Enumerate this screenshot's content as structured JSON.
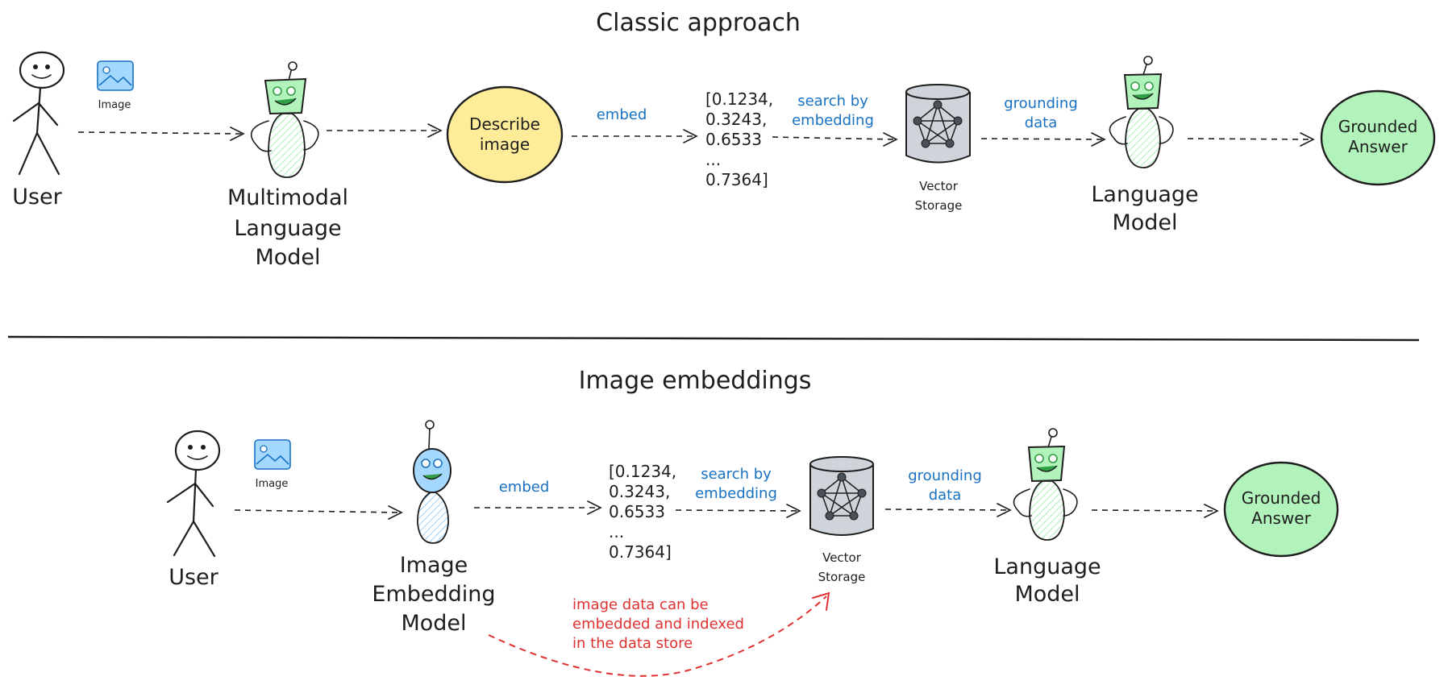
{
  "top": {
    "title": "Classic approach",
    "user_label": "User",
    "image_label": "Image",
    "mm_model_label": [
      "Multimodal",
      "Language",
      "Model"
    ],
    "describe_label": [
      "Describe",
      "image"
    ],
    "embed_label": "embed",
    "vector_values": [
      "[0.1234,",
      "0.3243,",
      "0.6533",
      "...",
      "0.7364]"
    ],
    "search_label": [
      "search by",
      "embedding"
    ],
    "storage_label": [
      "Vector",
      "Storage"
    ],
    "grounding_label": [
      "grounding",
      "data"
    ],
    "lm_label": [
      "Language",
      "Model"
    ],
    "answer_label": [
      "Grounded",
      "Answer"
    ]
  },
  "bottom": {
    "title": "Image embeddings",
    "user_label": "User",
    "image_label": "Image",
    "emb_model_label": [
      "Image",
      "Embedding",
      "Model"
    ],
    "embed_label": "embed",
    "vector_values": [
      "[0.1234,",
      "0.3243,",
      "0.6533",
      "...",
      "0.7364]"
    ],
    "search_label": [
      "search by",
      "embedding"
    ],
    "storage_label": [
      "Vector",
      "Storage"
    ],
    "grounding_label": [
      "grounding",
      "data"
    ],
    "lm_label": [
      "Language",
      "Model"
    ],
    "answer_label": [
      "Grounded",
      "Answer"
    ],
    "note": [
      "image data can be",
      "embedded and indexed",
      "in the data store"
    ]
  },
  "colors": {
    "describe_fill": "#ffec99",
    "answer_fill": "#b2f2bb",
    "image_icon_fill": "#a5d8ff",
    "storage_fill": "#ced4da",
    "robot_face_fill": "#b2f2bb",
    "embed_robot_fill": "#a5d8ff",
    "blue_text": "#1971c2",
    "red_text": "#e03131"
  }
}
